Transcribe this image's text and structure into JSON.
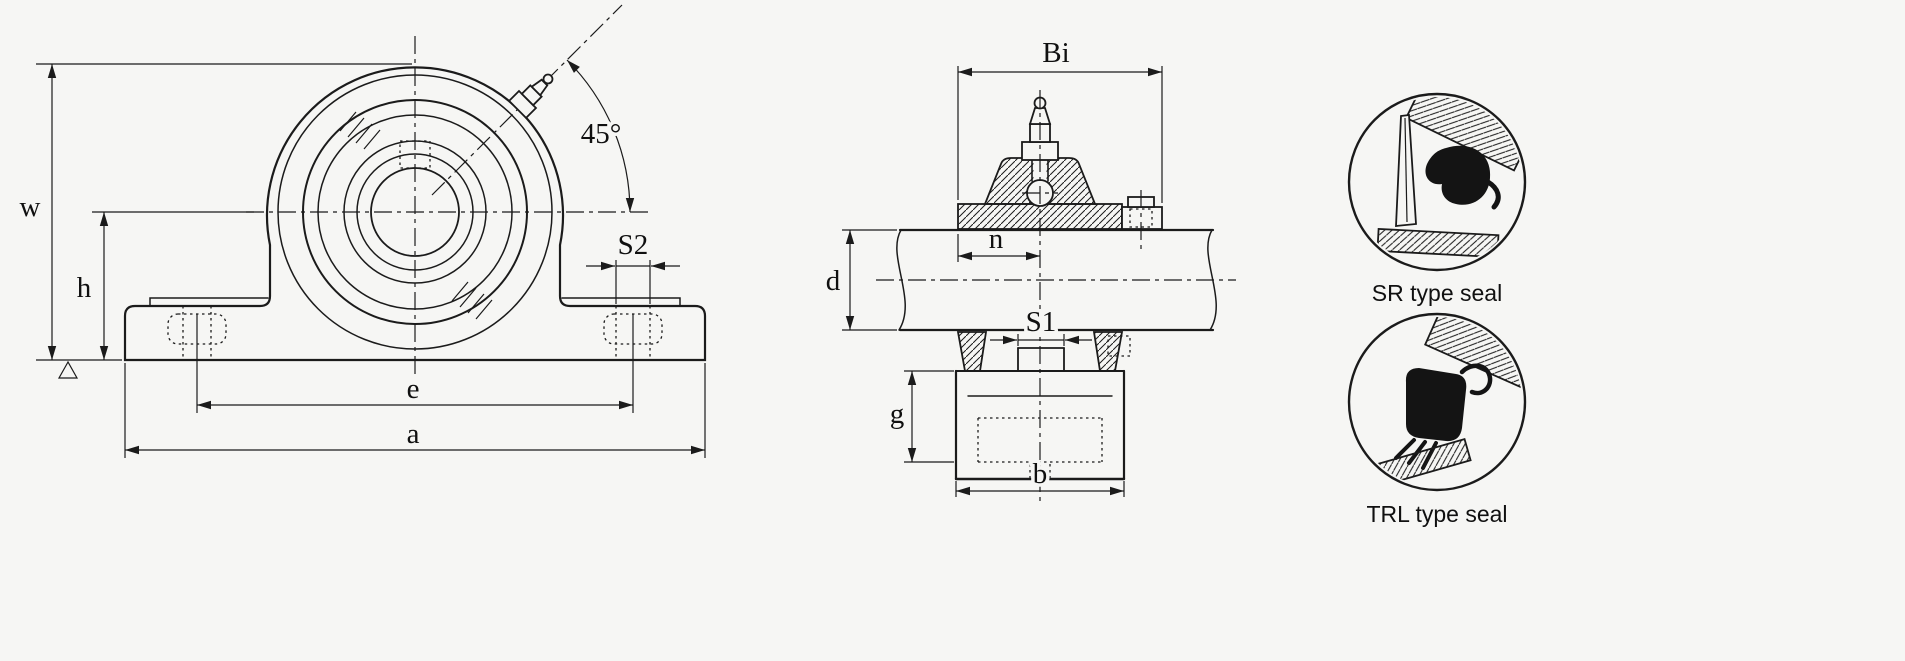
{
  "front_view": {
    "labels": {
      "w": "w",
      "h": "h",
      "e": "e",
      "a": "a",
      "s2": "S2",
      "angle": "45°"
    }
  },
  "side_view": {
    "labels": {
      "bi": "Bi",
      "n": "n",
      "d": "d",
      "s1": "S1",
      "g": "g",
      "b": "b"
    }
  },
  "seal_details": {
    "sr_caption": "SR type seal",
    "trl_caption": "TRL type seal"
  },
  "colors": {
    "line": "#1b1b1b",
    "background": "#f6f6f4"
  }
}
